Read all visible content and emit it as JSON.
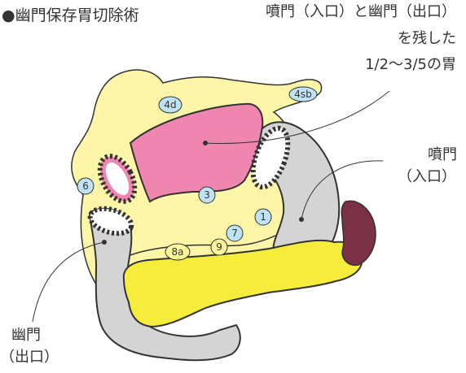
{
  "title": "●幽門保存胃切除術",
  "note": {
    "line1": "噴門（入口）と幽門（出口）",
    "line2": "を残した",
    "line3": "1/2〜3/5の胃"
  },
  "labels": {
    "cardia": {
      "line1": "噴門",
      "line2": "（入口）"
    },
    "pylorus": {
      "line1": "幽門",
      "line2": "（出口）"
    }
  },
  "lymph_stations": [
    "4sb",
    "4d",
    "6",
    "3",
    "1",
    "7",
    "9",
    "8a"
  ],
  "colors": {
    "omentum": "#fdf6a8",
    "resected_stomach": "#ef86b0",
    "remnant_stomach": "#d4d4d4",
    "pancreas": "#f6ec3c",
    "spleen": "#7a3045",
    "badge_blue": "#bfe3f5",
    "badge_yellow": "#fff89a",
    "outline": "#333333"
  }
}
